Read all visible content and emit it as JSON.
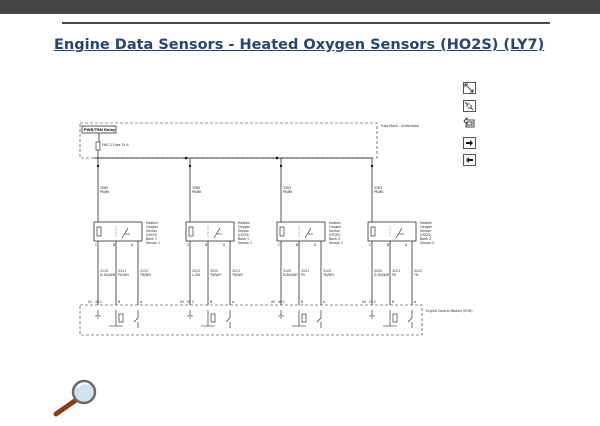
{
  "page": {
    "title": "Engine Data Sensors - Heated Oxygen Sensors (HO2S) (LY7)"
  },
  "toolbar": {
    "icons": [
      "zoom-in-icon",
      "zoom-out-icon",
      "return-arrow-icon",
      "next-arrow-icon",
      "previous-arrow-icon"
    ],
    "zoom_in": "+",
    "zoom_out": "−",
    "back": "↩",
    "next": "→",
    "prev": "←"
  },
  "diagram": {
    "fuse_block_label": "Fuse Block - Underhood",
    "relay_label": "PWR/TRN Relay",
    "fuse_label": "ENG-2 Fuse 15 A",
    "ecm_label": "Engine Control Module (ECM)",
    "sensors": [
      {
        "name": "Heated Oxygen Sensor (HO2S) Bank 1 Sensor 1",
        "feed_circuit": "3280",
        "feed_color": "PK/BK",
        "circuits": [
          "3110",
          "3111",
          "3112"
        ],
        "wire_colors": [
          "D-GN/WH",
          "PU/WH",
          "TN/WH"
        ],
        "connector": "X2",
        "pins": [
          "48",
          "C",
          "B",
          "A"
        ]
      },
      {
        "name": "Heated Oxygen Sensor (HO2S) Bank 1 Sensor 2",
        "feed_circuit": "3280",
        "feed_color": "PK/BK",
        "circuits": [
          "3212",
          "3210",
          "3211"
        ],
        "wire_colors": [
          "L-GN",
          "TN/WH",
          "TN/WH"
        ],
        "connector": "X2",
        "pins": [
          "52",
          "C",
          "B",
          "A"
        ]
      },
      {
        "name": "Heated Oxygen Sensor (HO2S) Bank 2 Sensor 1",
        "feed_circuit": "3283",
        "feed_color": "PK/BK",
        "circuits": [
          "3120",
          "3121",
          "3122"
        ],
        "wire_colors": [
          "D-BU/WH",
          "PU",
          "TN/WH"
        ],
        "connector": "X2",
        "pins": [
          "49",
          "C",
          "B",
          "A"
        ]
      },
      {
        "name": "Heated Oxygen Sensor (HO2S) Bank 2 Sensor 2",
        "feed_circuit": "3283",
        "feed_color": "PK/BK",
        "circuits": [
          "3220",
          "3221",
          "3222"
        ],
        "wire_colors": [
          "D-GN/WH",
          "PU",
          "TN"
        ],
        "connector": "X2",
        "pins": [
          "53",
          "C",
          "B",
          "A"
        ]
      }
    ]
  },
  "colors": {
    "title": "#27456e",
    "topbar": "#444546",
    "magnifier_handle": "#8a3d12",
    "magnifier_lens": "#cfe2f2"
  }
}
